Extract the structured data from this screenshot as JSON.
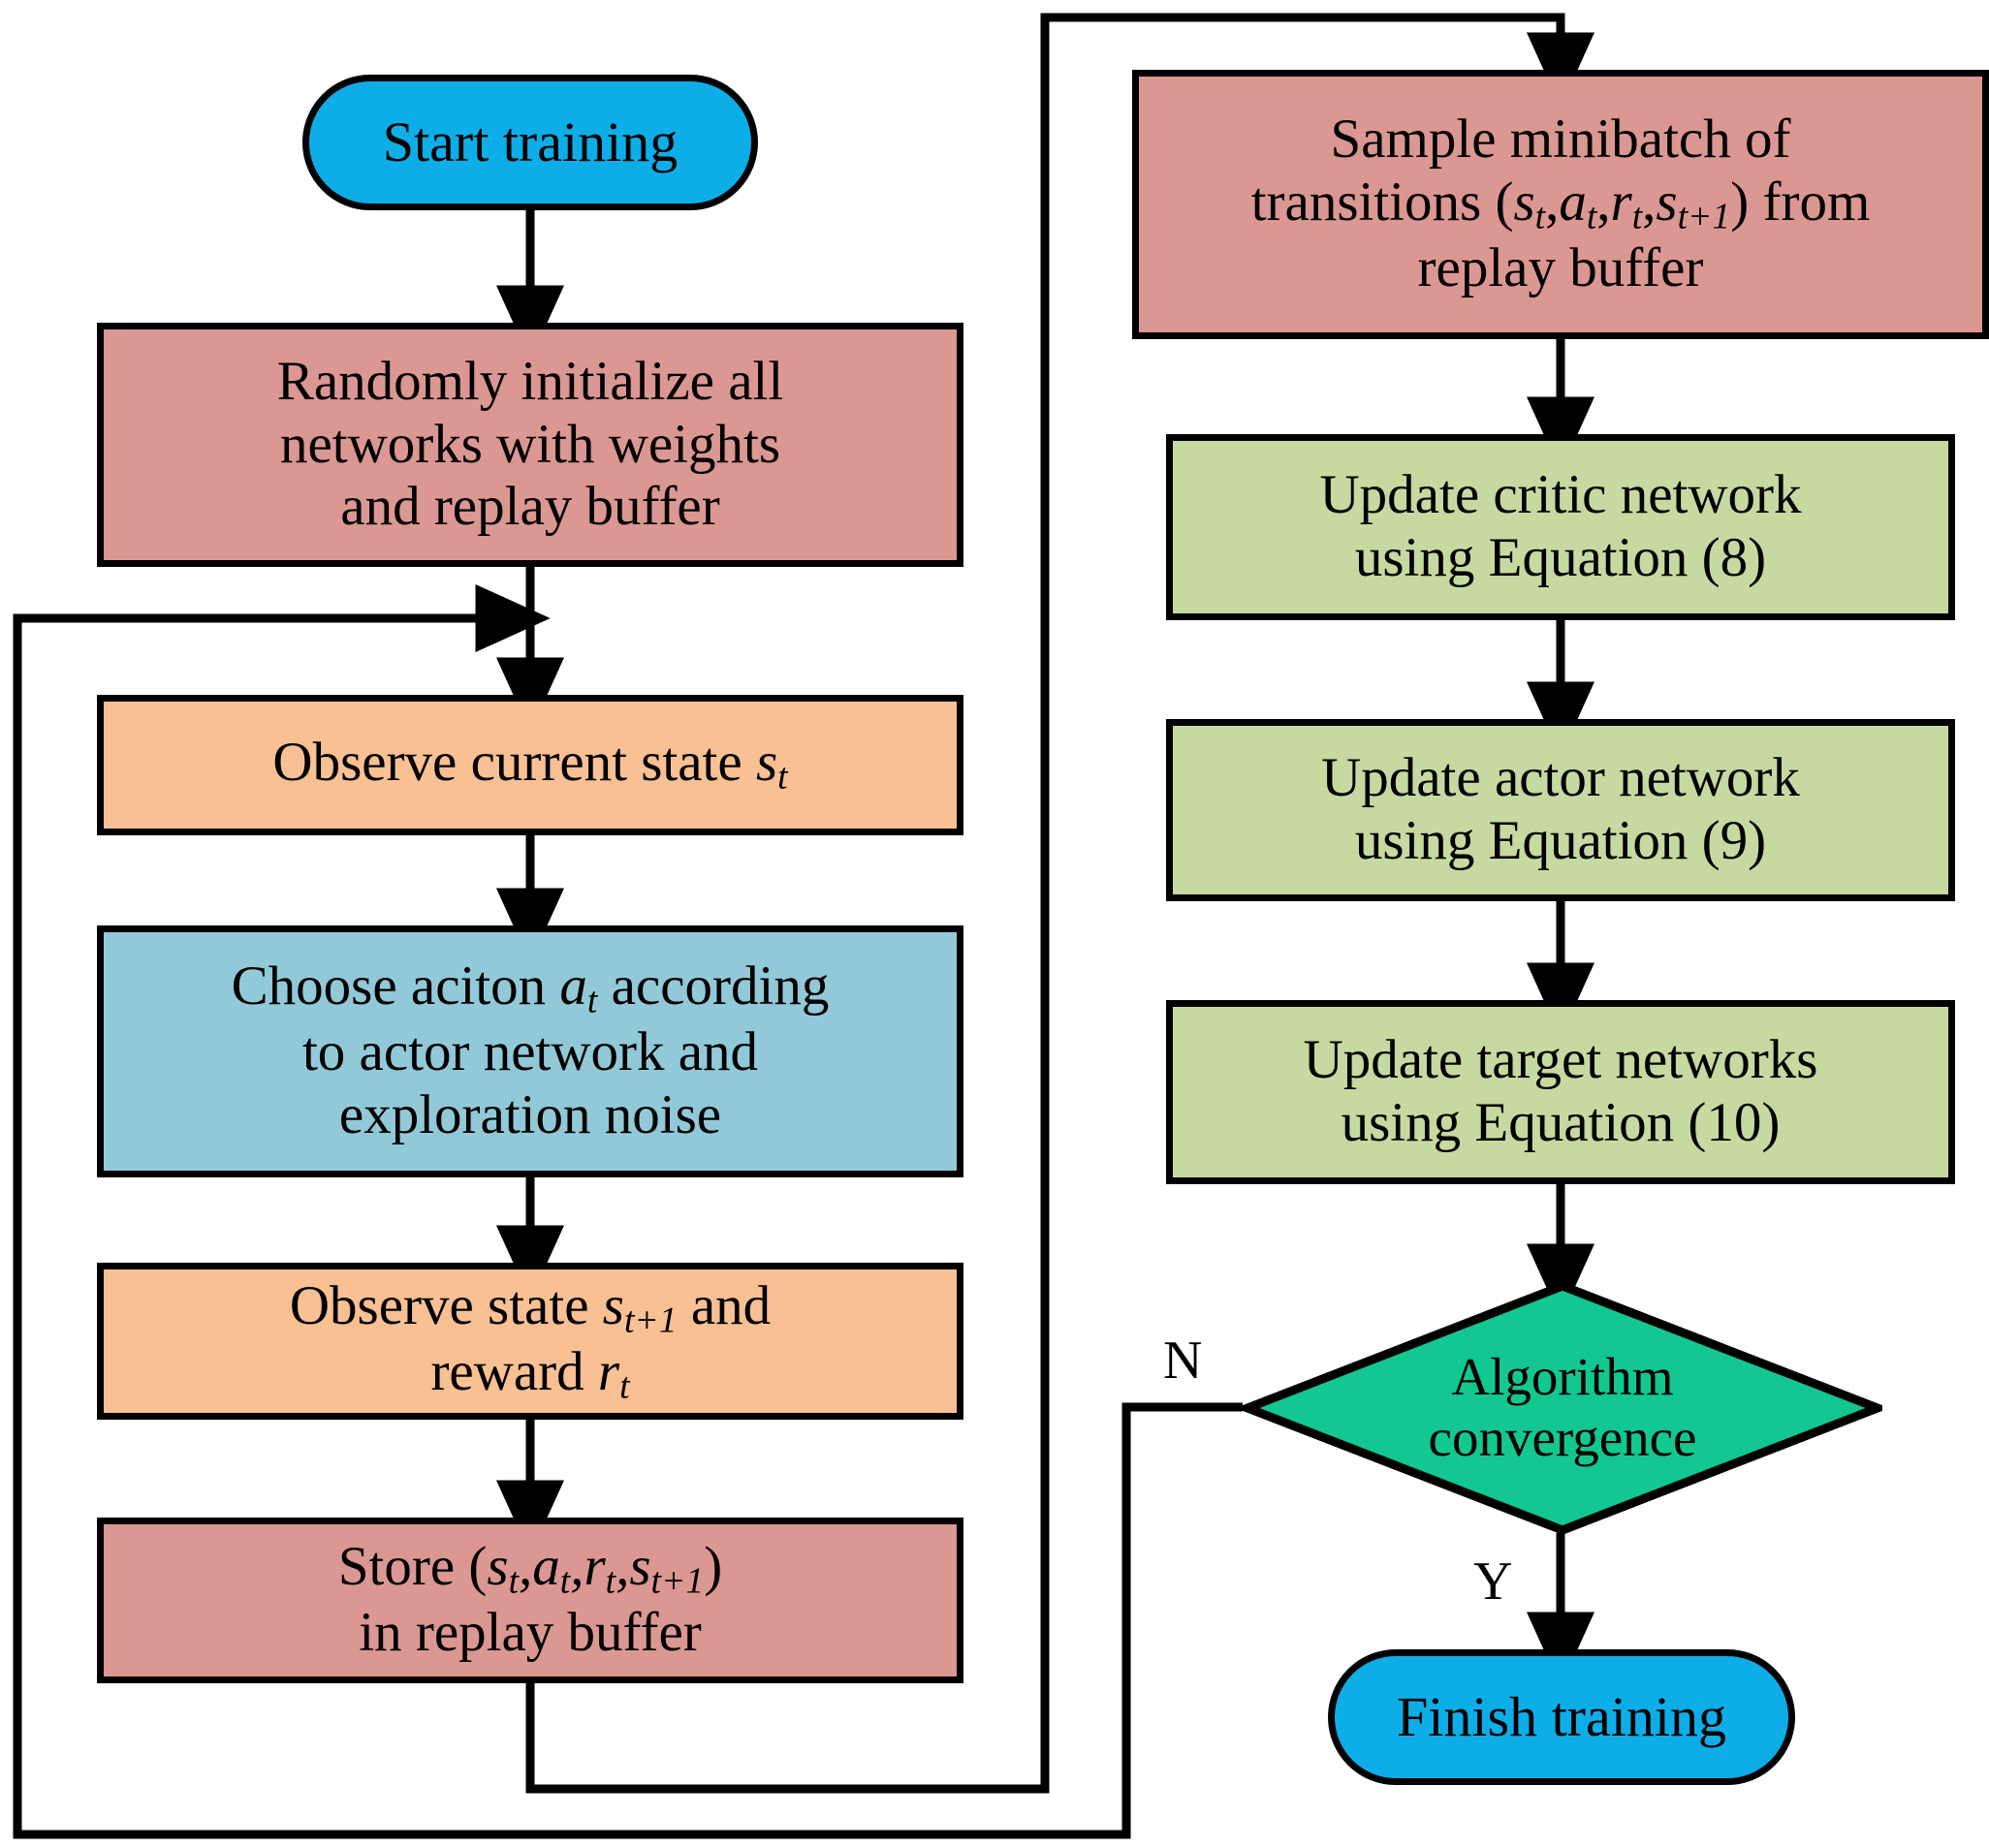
{
  "diagram": {
    "title": "DRL training flowchart",
    "colors": {
      "blue_terminator": "#0DAEE8",
      "pink_process": "#DB9792",
      "orange_process": "#F8C093",
      "lightblue_process": "#92C9D8",
      "green_process": "#C6D9A0",
      "teal_decision": "#12C792",
      "stroke": "#000000",
      "background": "#FFFFFF"
    },
    "nodes": [
      {
        "id": "start",
        "name": "start-training",
        "shape": "terminator",
        "color": "#0DAEE8",
        "text": "Start training"
      },
      {
        "id": "init",
        "name": "randomly-initialize",
        "shape": "rect",
        "color": "#DB9792",
        "text": "Randomly initialize all networks with weights and replay buffer"
      },
      {
        "id": "observe-st",
        "name": "observe-current-state",
        "shape": "rect",
        "color": "#F8C093",
        "text": "Observe current state s_t"
      },
      {
        "id": "choose-action",
        "name": "choose-action",
        "shape": "rect",
        "color": "#92C9D8",
        "text": "Choose aciton a_t according to actor network and exploration noise"
      },
      {
        "id": "observe-next",
        "name": "observe-next-state-reward",
        "shape": "rect",
        "color": "#F8C093",
        "text": "Observe state s_t+1 and reward r_t"
      },
      {
        "id": "store",
        "name": "store-transition",
        "shape": "rect",
        "color": "#DB9792",
        "text": "Store (s_t,a_t,r_t,s_t+1) in replay buffer"
      },
      {
        "id": "sample",
        "name": "sample-minibatch",
        "shape": "rect",
        "color": "#DB9792",
        "text": "Sample minibatch of transitions (s_t,a_t,r_t,s_t+1) from replay buffer"
      },
      {
        "id": "update-critic",
        "name": "update-critic-network",
        "shape": "rect",
        "color": "#C6D9A0",
        "text": "Update critic network using Equation (8)"
      },
      {
        "id": "update-actor",
        "name": "update-actor-network",
        "shape": "rect",
        "color": "#C6D9A0",
        "text": "Update actor network using  Equation (9)"
      },
      {
        "id": "update-target",
        "name": "update-target-networks",
        "shape": "rect",
        "color": "#C6D9A0",
        "text": "Update target networks using  Equation (10)"
      },
      {
        "id": "convergence",
        "name": "algorithm-convergence-decision",
        "shape": "diamond",
        "color": "#12C792",
        "text": "Algorithm convergence"
      },
      {
        "id": "finish",
        "name": "finish-training",
        "shape": "terminator",
        "color": "#0DAEE8",
        "text": "Finish training"
      }
    ],
    "labels": {
      "start_training": "Start training",
      "init_line1": "Randomly initialize all",
      "init_line2": "networks with weights",
      "init_line3": "and replay buffer",
      "observe_current_prefix": "Observe current state ",
      "observe_current_var": "s",
      "observe_current_sub": "t",
      "choose_action_l1a": "Choose aciton ",
      "choose_action_var": "a",
      "choose_action_sub": "t",
      "choose_action_l1b": " according",
      "choose_action_l2": "to actor network and",
      "choose_action_l3": "exploration noise",
      "observe_next_l1a": "Observe state ",
      "observe_next_var": "s",
      "observe_next_sub": "t+1",
      "observe_next_l1b": " and",
      "observe_next_l2a": "reward ",
      "observe_next_l2var": "r",
      "observe_next_l2sub": "t",
      "store_l1": "Store (",
      "store_tuple": "s_t,a_t,r_t,s_t+1",
      "store_l1_close": ")",
      "store_l2": "in replay buffer",
      "sample_l1": "Sample minibatch of",
      "sample_l2a": "transitions (",
      "sample_tuple": "s_t,a_t,r_t,s_t+1",
      "sample_l2b": ") from",
      "sample_l3": "replay buffer",
      "update_critic_l1": "Update critic network",
      "update_critic_l2": "using Equation (8)",
      "update_actor_l1": "Update actor network",
      "update_actor_l2": "using  Equation (9)",
      "update_target_l1": "Update target networks",
      "update_target_l2": "using  Equation (10)",
      "convergence_l1": "Algorithm",
      "convergence_l2": "convergence",
      "finish_training": "Finish training",
      "branch_no": "N",
      "branch_yes": "Y"
    },
    "symbols": {
      "s": "s",
      "a": "a",
      "r": "r",
      "t": "t",
      "t_plus_1": "t+1",
      "comma": ","
    },
    "edges": [
      {
        "name": "start-to-init",
        "from": "start",
        "to": "init",
        "label": ""
      },
      {
        "name": "init-to-observe",
        "from": "init",
        "to": "observe-st",
        "label": ""
      },
      {
        "name": "observe-to-choose",
        "from": "observe-st",
        "to": "choose-action",
        "label": ""
      },
      {
        "name": "choose-to-observe-next",
        "from": "choose-action",
        "to": "observe-next",
        "label": ""
      },
      {
        "name": "observe-next-to-store",
        "from": "observe-next",
        "to": "store",
        "label": ""
      },
      {
        "name": "store-to-sample",
        "from": "store",
        "to": "sample",
        "label": ""
      },
      {
        "name": "sample-to-update-critic",
        "from": "sample",
        "to": "update-critic",
        "label": ""
      },
      {
        "name": "update-critic-to-update-actor",
        "from": "update-critic",
        "to": "update-actor",
        "label": ""
      },
      {
        "name": "update-actor-to-update-target",
        "from": "update-actor",
        "to": "update-target",
        "label": ""
      },
      {
        "name": "update-target-to-convergence",
        "from": "update-target",
        "to": "convergence",
        "label": ""
      },
      {
        "name": "convergence-no-loop",
        "from": "convergence",
        "to": "observe-st",
        "label": "N"
      },
      {
        "name": "convergence-yes-to-finish",
        "from": "convergence",
        "to": "finish",
        "label": "Y"
      }
    ]
  }
}
